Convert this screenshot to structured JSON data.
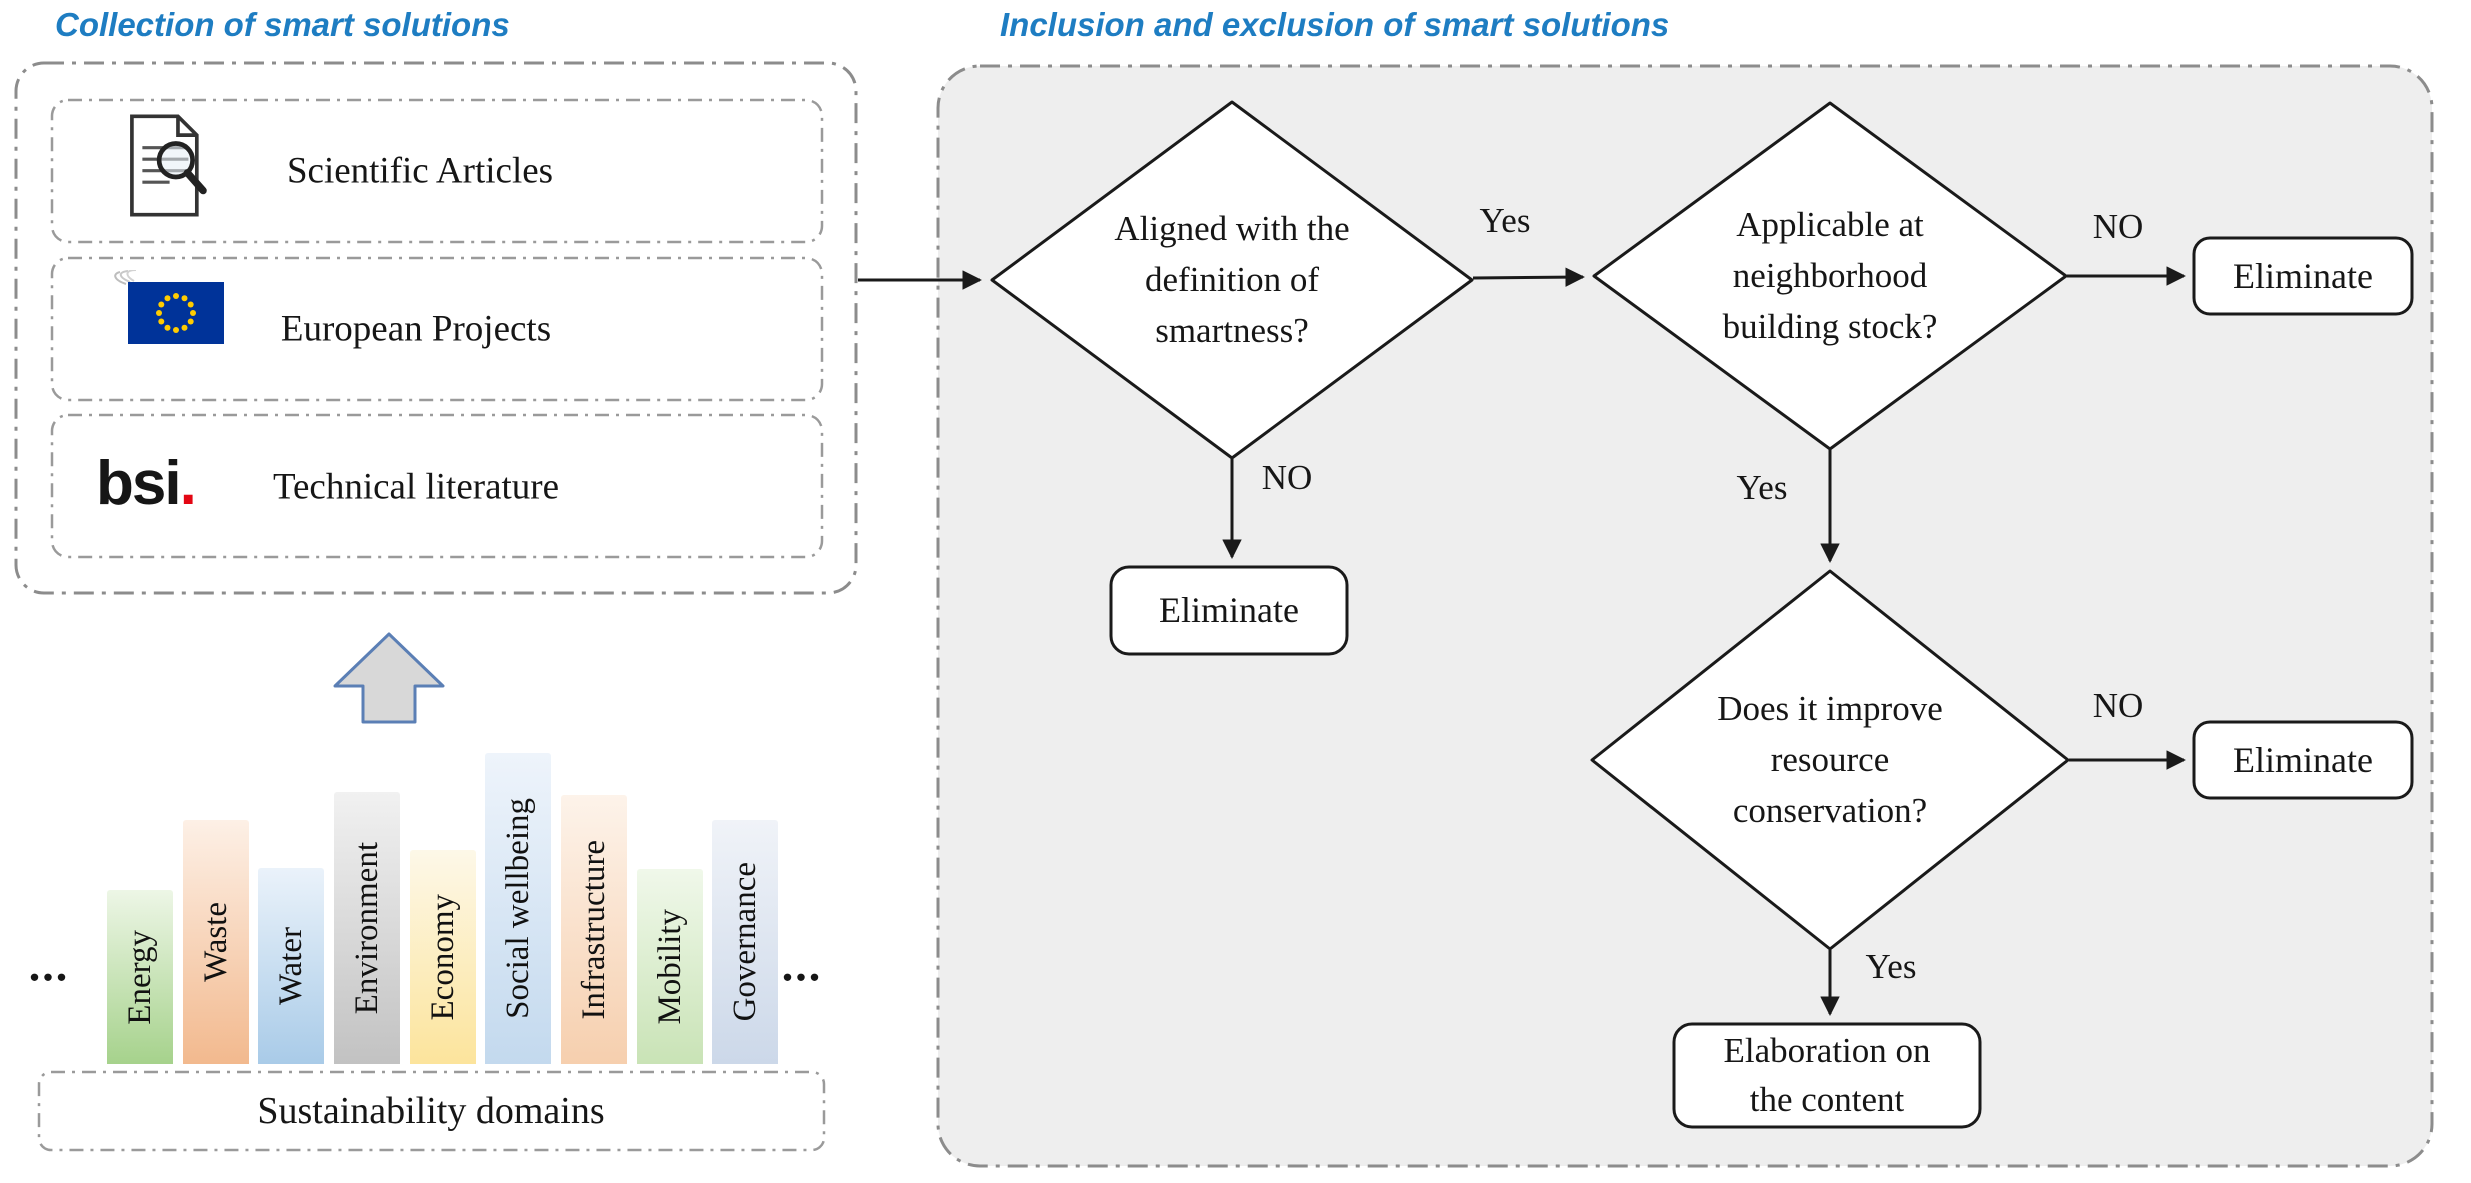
{
  "colors": {
    "accent_blue": "#1e7dc2",
    "panel_fill": "#eeeeee",
    "bsi_dot_red": "#e30613",
    "eu_blue": "#003399",
    "eu_star_yellow": "#ffcc00"
  },
  "titles": {
    "left": "Collection of smart solutions",
    "right": "Inclusion and exclusion of smart solutions"
  },
  "sources": [
    {
      "label": "Scientific Articles",
      "icon": "document-search-icon"
    },
    {
      "label": "European Projects",
      "icon": "eu-flag-icon"
    },
    {
      "label": "Technical literature",
      "icon": "bsi-logo-icon"
    }
  ],
  "bsi_logo": {
    "text": "bsi",
    "dot": "."
  },
  "domains": {
    "caption": "Sustainability domains",
    "ellipsis_left": "...",
    "ellipsis_right": "...",
    "items": [
      {
        "label": "Energy",
        "color": "#a6d28c",
        "light": "#edf6e6"
      },
      {
        "label": "Waste",
        "color": "#f2b98e",
        "light": "#fdf0e6"
      },
      {
        "label": "Water",
        "color": "#a9cbe8",
        "light": "#eaf2fa"
      },
      {
        "label": "Environment",
        "color": "#c2c2c2",
        "light": "#f1f1f1"
      },
      {
        "label": "Economy",
        "color": "#fce49c",
        "light": "#fdf8e8"
      },
      {
        "label": "Social wellbeing",
        "color": "#c3d9ee",
        "light": "#eef4fb"
      },
      {
        "label": "Infrastructure",
        "color": "#f6cfae",
        "light": "#fdf3ea"
      },
      {
        "label": "Mobility",
        "color": "#c9e3b6",
        "light": "#f0f8ea"
      },
      {
        "label": "Governance",
        "color": "#ccd8e9",
        "light": "#f0f3f8"
      }
    ]
  },
  "flowchart": {
    "decision1": {
      "line1": "Aligned with the",
      "line2": "definition of",
      "line3": "smartness?"
    },
    "decision2": {
      "line1": "Applicable at",
      "line2": "neighborhood",
      "line3": "building stock?"
    },
    "decision3": {
      "line1": "Does it improve",
      "line2": "resource",
      "line3": "conservation?"
    },
    "labels": {
      "d1_yes": "Yes",
      "d1_no": "NO",
      "d2_no": "NO",
      "d2_yes": "Yes",
      "d3_no": "NO",
      "d3_yes": "Yes"
    },
    "terminal_eliminate1": "Eliminate",
    "terminal_eliminate2": "Eliminate",
    "terminal_eliminate3": "Eliminate",
    "terminal_elaboration": {
      "line1": "Elaboration on",
      "line2": "the content"
    }
  }
}
